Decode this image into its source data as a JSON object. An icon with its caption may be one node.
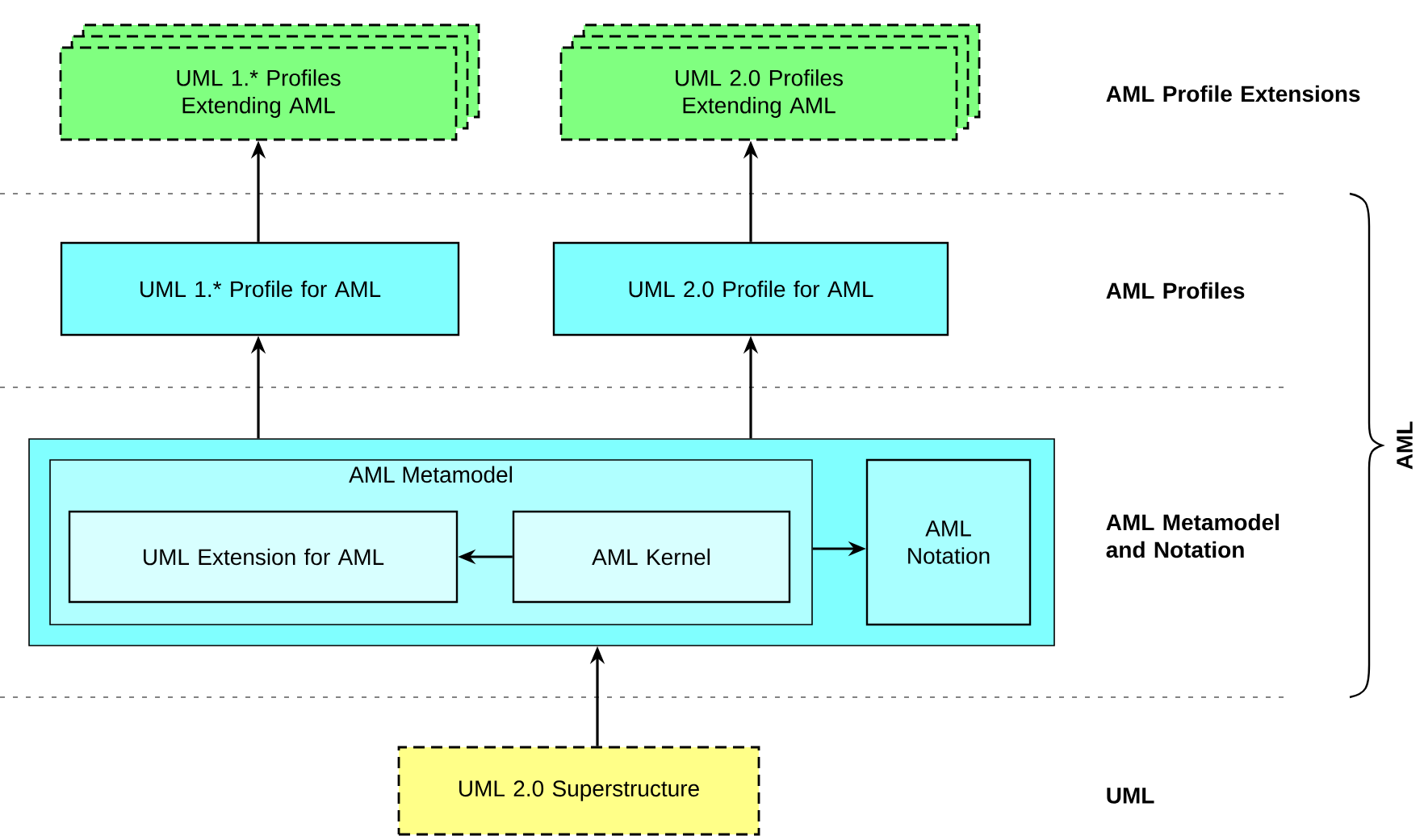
{
  "diagram": {
    "nodes": [
      {
        "text": [
          "UML 1.* Profiles Extending AML"
        ]
      },
      {
        "text": [
          "UML 2.0 Profiles Extending AML"
        ]
      },
      {
        "text": [
          "UML 1.* Profile for AML"
        ]
      },
      {
        "text": [
          "UML 2.0 Profile for AML"
        ]
      },
      {
        "text": [],
        "shape": "box"
      },
      {
        "text": [
          "AML Metamodel"
        ],
        "in": 4
      },
      {
        "text": [
          "UML Extension for AML"
        ],
        "in": 5
      },
      {
        "text": [
          "AML Kernel"
        ],
        "in": 5
      },
      {
        "text": [
          "AML Notation"
        ],
        "in": 4
      },
      {
        "text": [
          "UML 2.0 Superstructure"
        ]
      }
    ],
    "edges": [
      {
        "from": 2,
        "to": 0,
        "arrow": "to"
      },
      {
        "from": 3,
        "to": 1,
        "arrow": "to"
      },
      {
        "from": 4,
        "to": 2,
        "arrow": "to"
      },
      {
        "from": 4,
        "to": 3,
        "arrow": "to"
      },
      {
        "from": 7,
        "to": 6,
        "arrow": "to"
      },
      {
        "from": 5,
        "to": 8,
        "arrow": "to"
      },
      {
        "from": 9,
        "to": 4,
        "arrow": "to"
      }
    ],
    "labels": [
      "AML Profile Extensions",
      "AML Profiles",
      "AML",
      "AML Metamodel and Notation",
      "UML"
    ]
  }
}
